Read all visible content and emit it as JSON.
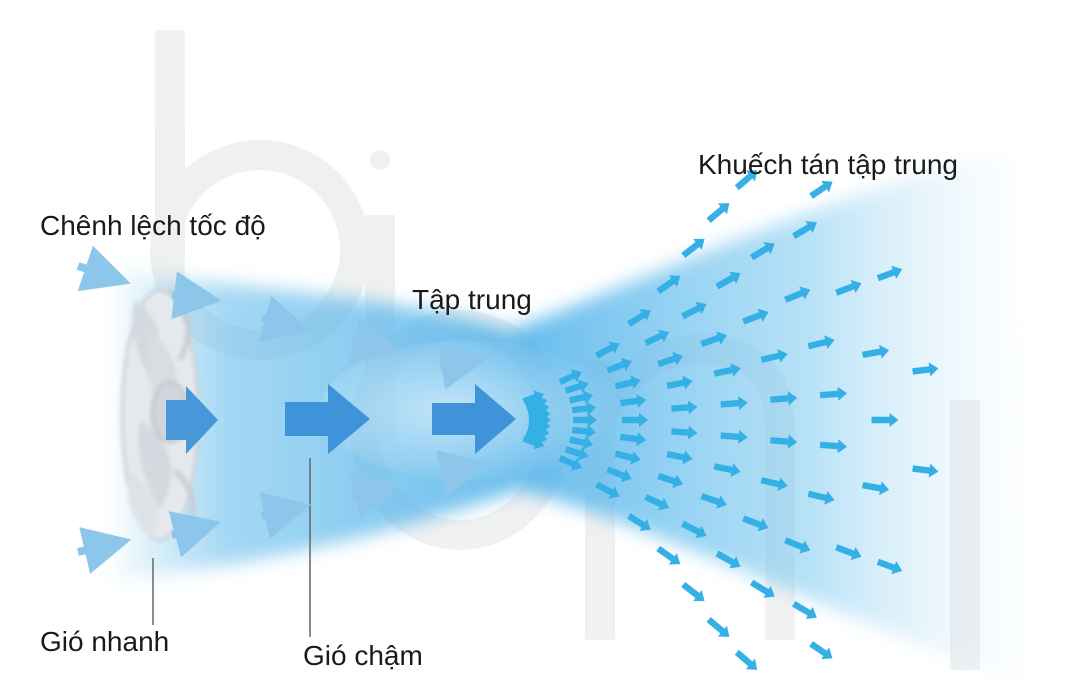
{
  "labels": {
    "speed_difference": "Chênh lệch tốc độ",
    "concentration": "Tập trung",
    "concentrated_diffusion": "Khuếch tán tập trung",
    "fast_wind": "Gió nhanh",
    "slow_wind": "Gió chậm"
  },
  "watermark": "bioni",
  "colors": {
    "airflow": "#5ab8ea",
    "big_arrow": "#3f93d8",
    "small_arrow": "#35b0e6",
    "light_arrow": "#8cc6ea",
    "fan": "#c9d0d6",
    "leader_line": "#666666",
    "watermark": "#ececec"
  }
}
